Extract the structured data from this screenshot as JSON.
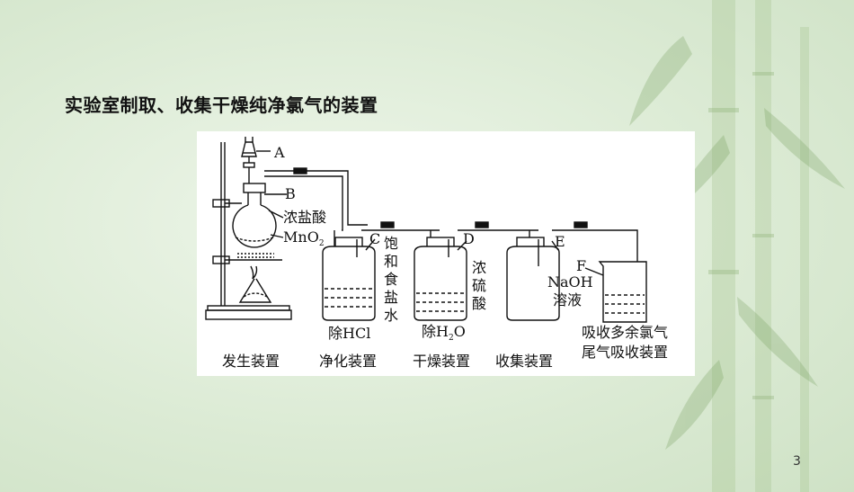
{
  "slide": {
    "title": "实验室制取、收集干燥纯净氯气的装置",
    "page_number": "3"
  },
  "diagram": {
    "labels": {
      "A": "A",
      "B": "B",
      "C": "C",
      "D": "D",
      "E": "E",
      "F": "F",
      "reagent_b1": "浓盐酸",
      "reagent_b2_main": "MnO",
      "reagent_b2_sub": "2",
      "reagent_c": "饱和食盐水",
      "reagent_d": "浓硫酸",
      "reagent_e1": "NaOH",
      "reagent_e2": "溶液"
    },
    "purposes": {
      "c": "除HCl",
      "d_main1": "除H",
      "d_sub": "2",
      "d_main2": "O",
      "f": "吸收多余氯气"
    },
    "stages": {
      "generation": "发生装置",
      "purification": "净化装置",
      "drying": "干燥装置",
      "collection": "收集装置",
      "tail_gas": "尾气吸收装置"
    }
  }
}
